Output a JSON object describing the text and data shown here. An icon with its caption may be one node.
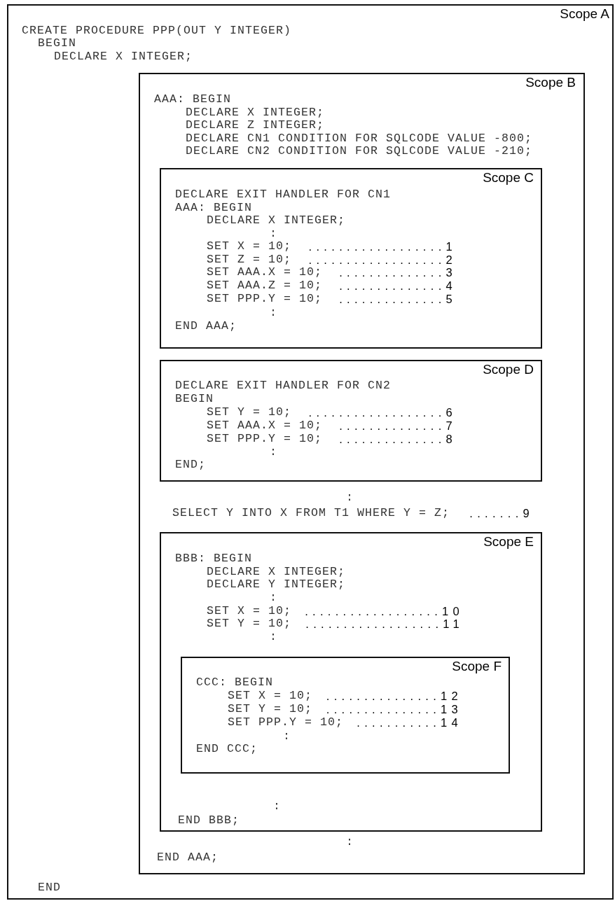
{
  "diagram": {
    "nodes": [
      {
        "text": [
          "Scope A",
          "CREATE PROCEDURE PPP(OUT Y INTEGER)",
          "BEGIN",
          "DECLARE X INTEGER;",
          "END"
        ]
      },
      {
        "text": [
          "Scope B",
          "AAA: BEGIN",
          "DECLARE X INTEGER;",
          "DECLARE Z INTEGER;",
          "DECLARE CN1 CONDITION FOR SQLCODE VALUE -800;",
          "DECLARE CN2 CONDITION FOR SQLCODE VALUE -210;",
          ":",
          "SELECT Y INTO X FROM T1 WHERE Y = Z;",
          ".......9",
          ":",
          "END AAA;"
        ],
        "in": 0
      },
      {
        "text": [
          "Scope C",
          "DECLARE EXIT HANDLER FOR CN1",
          "AAA: BEGIN",
          "DECLARE X INTEGER;",
          ":",
          "SET X = 10;",
          "..................1",
          "SET Z = 10;",
          "..................2",
          "SET AAA.X = 10;",
          "..............3",
          "SET AAA.Z = 10;",
          "..............4",
          "SET PPP.Y = 10;",
          "..............5",
          ":",
          "END AAA;"
        ],
        "in": 1
      },
      {
        "text": [
          "Scope D",
          "DECLARE EXIT HANDLER FOR CN2",
          "BEGIN",
          "SET Y = 10;",
          "..................6",
          "SET AAA.X = 10;",
          "..............7",
          "SET PPP.Y = 10;",
          "..............8",
          ":",
          "END;"
        ],
        "in": 1
      },
      {
        "text": [
          "Scope E",
          "BBB: BEGIN",
          "DECLARE X INTEGER;",
          "DECLARE Y INTEGER;",
          ":",
          "SET X = 10;",
          "..................10",
          "SET Y = 10;",
          "..................11",
          ":",
          ":",
          "END BBB;"
        ],
        "in": 1
      },
      {
        "text": [
          "Scope F",
          "CCC: BEGIN",
          "SET X = 10;",
          "...............12",
          "SET Y = 10;",
          "...............13",
          "SET PPP.Y = 10;",
          "...........14",
          ":",
          "END CCC;"
        ],
        "in": 4
      }
    ]
  }
}
